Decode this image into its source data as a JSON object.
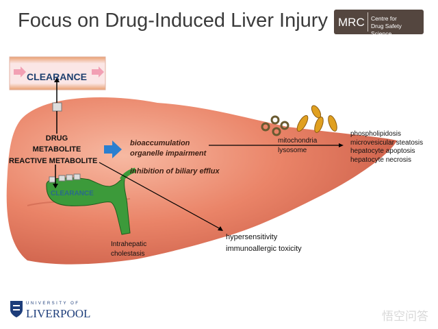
{
  "title": "Focus on Drug-Induced Liver Injury",
  "mrc_logo": {
    "abbr": "MRC",
    "line1": "Centre for",
    "line2": "Drug Safety Science"
  },
  "diagram": {
    "blood_clearance": "CLEARANCE",
    "bile_clearance": "CLEARANCE",
    "drug": "DRUG",
    "metabolite": "METABOLITE",
    "reactive_metabolite": "REACTIVE METABOLITE",
    "bioaccumulation": "bioaccumulation",
    "organelle_impairment": "organelle impairment",
    "biliary_efflux": "inhibition of biliary efflux",
    "mitochondria": "mitochondria",
    "lysosome": "lysosome",
    "outcomes": [
      "phospholipidosis",
      "microvesicular steatosis",
      "hepatocyte apoptosis",
      "hepatocyte necrosis"
    ],
    "hypersensitivity": "hypersensitivity",
    "immunoallergic": "immunoallergic toxicity",
    "cholestasis_1": "Intrahepatic",
    "cholestasis_2": "cholestasis"
  },
  "footer": {
    "univ_top": "UNIVERSITY OF",
    "univ_name": "LIVERPOOL",
    "watermark": "悟空问答"
  },
  "colors": {
    "liver": "#ec8a70",
    "bile": "#3c9a3a",
    "arrow": "#2a7fd0",
    "clearance_text": "#1c3e6e"
  }
}
